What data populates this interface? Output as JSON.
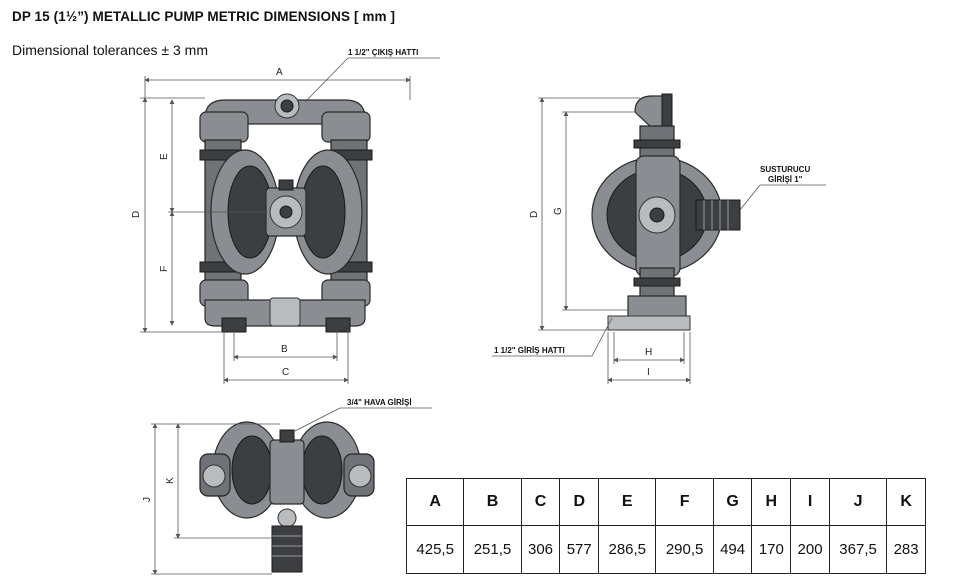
{
  "header": {
    "title": "DP 15 (1½”) METALLIC PUMP METRIC DIMENSIONS [ mm ]",
    "subtitle": "Dimensional tolerances ± 3 mm"
  },
  "drawing": {
    "front_labels": {
      "a": "A",
      "b": "B",
      "c": "C",
      "d": "D",
      "e": "E",
      "f": "F"
    },
    "side_labels": {
      "d": "D",
      "g": "G",
      "h": "H",
      "i": "I"
    },
    "top_labels": {
      "j": "J",
      "k": "K"
    },
    "callouts": {
      "outlet": "1 1/2\" ÇIKIŞ HATTI",
      "inlet": "1 1/2\" GİRİŞ HATTI",
      "muffler_line1": "SUSTURUCU",
      "muffler_line2": "GİRİŞİ 1\"",
      "air_inlet": "3/4\" HAVA GİRİŞİ"
    }
  },
  "dimensions_table": {
    "headers": [
      "A",
      "B",
      "C",
      "D",
      "E",
      "F",
      "G",
      "H",
      "I",
      "J",
      "K"
    ],
    "values": [
      "425,5",
      "251,5",
      "306",
      "577",
      "286,5",
      "290,5",
      "494",
      "170",
      "200",
      "367,5",
      "283"
    ]
  }
}
